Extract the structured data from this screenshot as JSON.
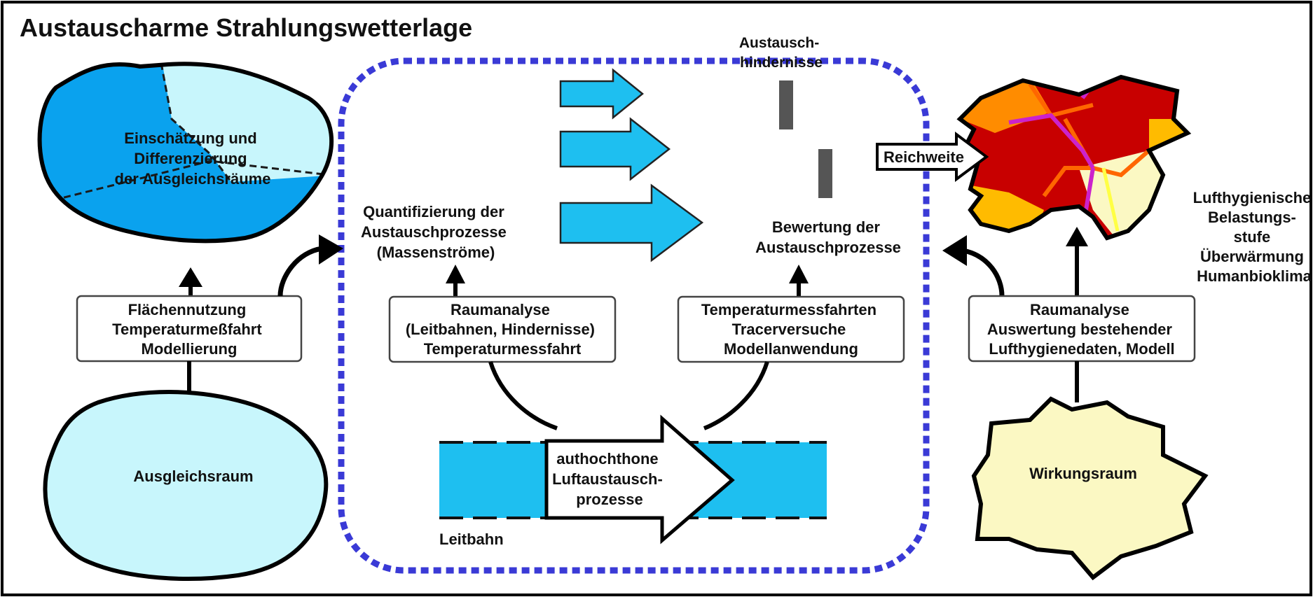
{
  "title": "Austauscharme Strahlungswetterlage",
  "colors": {
    "frame": "#000000",
    "dotted_border": "#3a3ad6",
    "arrow_fill": "#1ebff0",
    "leitbahn_fill": "#1ebff0",
    "ausgleich_dark": "#0aa2ee",
    "ausgleich_light": "#c8f6fc",
    "wirkung_fill": "#fbf8c3",
    "map_red": "#c80000",
    "map_orange": "#ff8c00",
    "map_gold": "#ffbb00",
    "map_yellow": "#ffff44",
    "map_magenta": "#cc22cc",
    "obstacle": "#555555"
  },
  "left": {
    "differenzierung": [
      "Einschätzung und",
      "Differenzierung",
      "der Ausgleichsräume"
    ],
    "methods": [
      "Flächennutzung",
      "Temperaturmeßfahrt",
      "Modellierung"
    ],
    "ausgleichsraum": "Ausgleichsraum"
  },
  "center": {
    "hindernisse": [
      "Austausch-",
      "hindernisse"
    ],
    "quantifizierung": [
      "Quantifizierung der",
      "Austauschprozesse",
      "(Massenströme)"
    ],
    "bewertung": [
      "Bewertung der",
      "Austauschprozesse"
    ],
    "raumanalyse": [
      "Raumanalyse",
      "(Leitbahnen, Hindernisse)",
      "Temperaturmessfahrt"
    ],
    "messfahrten": [
      "Temperaturmessfahrten",
      "Tracerversuche",
      "Modellanwendung"
    ],
    "luftaustausch": [
      "authochthone",
      "Luftaustausch-",
      "prozesse"
    ],
    "leitbahn": "Leitbahn"
  },
  "right": {
    "reichweite": "Reichweite",
    "stufen": [
      "Lufthygienische",
      "Belastungs-",
      "stufe",
      "Überwärmung",
      "Humanbioklima"
    ],
    "analyse": [
      "Raumanalyse",
      "Auswertung bestehender",
      "Lufthygienedaten, Modell"
    ],
    "wirkungsraum": "Wirkungsraum"
  }
}
